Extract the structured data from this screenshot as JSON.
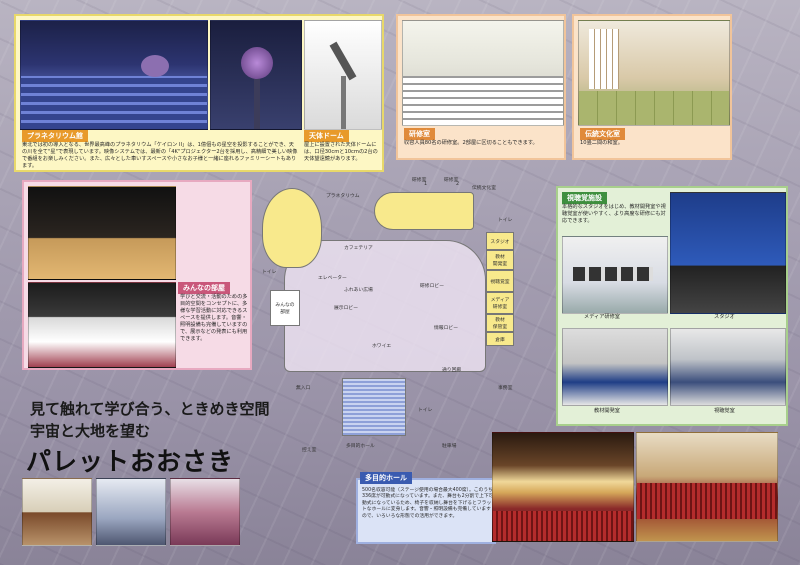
{
  "planetarium": {
    "title": "プラネタリウム館",
    "text": "東北では初の導入となる、世界最高峰のプラネタリウム「ケイロン II」は、1億個もの星空を投影することができ、天の川を全て\"星\"で表現しています。映像システムでは、最新の「4K\"プロジェクター2台を採用し、高精細で美しい映像で番組をお楽しみください。また、広々とした車いすスペースや小さなお子様と一緒に座れるファミリーシートもあります。",
    "accent": "#e89a2a"
  },
  "observatory": {
    "title": "天体ドーム",
    "text": "屋上に設置された天体ドームには、口径30cmと10cmの2台の天体望遠鏡があります。"
  },
  "training_room": {
    "title": "研修室",
    "text": "収容人員80名の研修室。2部屋に区切ることもできます。"
  },
  "culture_room": {
    "title": "伝統文化室",
    "text": "10畳二間の和室。"
  },
  "av_facility": {
    "title": "視聴覚施設",
    "text": "本格的なスタジオをはじめ、教材開発室や視聴覚室が使いやすく、より高度な研修にも対応できます。",
    "photos": [
      "メディア研修室",
      "スタジオ",
      "教材開発室",
      "視聴覚室"
    ],
    "accent": "#3e8f3e"
  },
  "minna": {
    "title": "みんなの部屋",
    "text": "学びと交流・活動のための多目的空間をコンセプトに、多様な学習活動に対応できるスペースを提供します。音響・照明設備も完備していますので、展示などの発表にも利用できます。",
    "accent": "#c9577a"
  },
  "hall": {
    "title": "多目的ホール",
    "text": "500名収容可能（ステージ使用の場合最大400席）。このうち336席が可動式になっています。また、舞台も2分割で上下可動式になっているため、椅子を収納し舞台を下げるとフラットなホールに変身します。音響・照明設備も完備していますので、いろいろな形態での活用ができます。",
    "accent": "#3a5bb0"
  },
  "slogan": {
    "line1": "見て触れて学び合う、ときめき空間",
    "line2": "宇宙と大地を望む",
    "name": "パレットおおさき"
  },
  "floor_plan": {
    "labels": {
      "planetarium": "プラネタリウム",
      "training1": "研修室",
      "training1_num": "1",
      "training2": "研修室",
      "training2_num": "2",
      "culture": "伝統文化室",
      "toilet_top": "トイレ",
      "studio": "スタジオ",
      "material_dev": "教材\n開発室",
      "av_room": "視聴覚室",
      "media": "メディア\n研修室",
      "material_storage": "教材\n保管室",
      "storage": "倉庫",
      "cafeteria": "カフェテリア",
      "toilet_left": "トイレ",
      "elevator": "エレベーター",
      "plaza": "ふれあい広場",
      "training_lobby": "研修ロビー",
      "exhibit_lobby": "展示ロビー",
      "info_lobby": "情報ロビー",
      "minna_room": "みんなの\n部屋",
      "foyer": "ホワイエ",
      "passage": "通り回廊",
      "office": "事務室",
      "entrance": "無入口",
      "toilet_mid": "トイレ",
      "hall": "多目的ホール",
      "dressing": "控え室",
      "parking": "駐車場"
    }
  }
}
